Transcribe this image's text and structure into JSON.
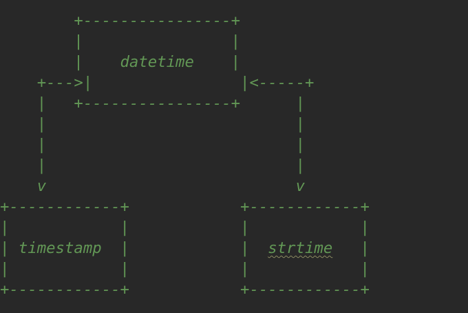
{
  "diagram": {
    "lines": [
      "        +----------------+",
      "        |                |",
      "        |    datetime    |",
      "    +--->|                |<-----+",
      "    |   +----------------+      |",
      "    |                           |",
      "    |                           |",
      "    |                           |",
      "    v                           v",
      "+------------+            +------------+",
      "|            |            |            |",
      "| timestamp  |            |  ",
      "|            |            |            |",
      "+------------+            +------------+"
    ],
    "strtime_label": "strtime",
    "strtime_tail": "   |"
  },
  "colors": {
    "background": "#282828",
    "text": "#629755"
  }
}
